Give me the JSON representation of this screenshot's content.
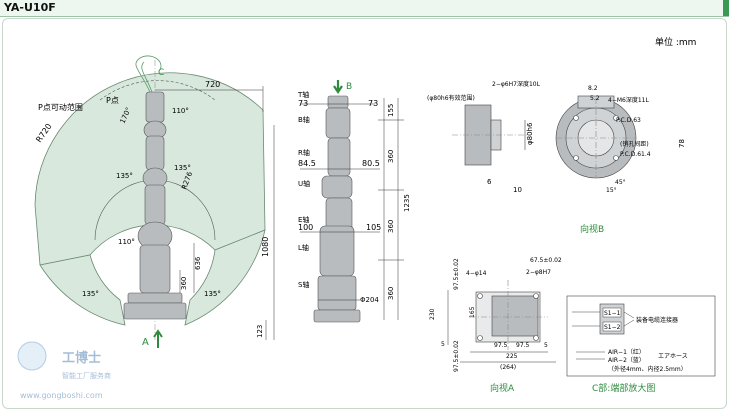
{
  "header": {
    "title": "YA-U10F"
  },
  "unit_label": "单位 :mm",
  "main_view": {
    "c_label": "C",
    "p_point": "P点",
    "range_label": "P点可动范围",
    "r720": "R720",
    "r276": "R276",
    "a110_top": "110°",
    "a170": "170°",
    "a135_left": "135°",
    "a135_right": "135°",
    "a110_mid": "110°",
    "a135_bl": "135°",
    "a135_br": "135°",
    "d720": "720",
    "d1080": "1080",
    "d636": "636",
    "d360": "360",
    "d123": "123",
    "a_label": "A"
  },
  "side_view": {
    "b_label": "B",
    "t_axis": "T轴",
    "t73l": "73",
    "t73r": "73",
    "b_axis": "B轴",
    "d155": "155",
    "r_axis": "R轴",
    "r845": "84.5",
    "r805": "80.5",
    "d360a": "360",
    "u_axis": "U轴",
    "d1235": "1235",
    "e_axis": "E轴",
    "e100": "100",
    "e105": "105",
    "d360b": "360",
    "l_axis": "L轴",
    "s_axis": "S轴",
    "d360c": "360",
    "d204": "Φ204"
  },
  "view_b": {
    "caption": "向视B",
    "label_range": "(φ80h6有效范围)",
    "hole_spec": "2−φ6H7深度10L",
    "m6_spec": "4−M6深度11L",
    "d80h6": "φ80h6",
    "pcd63": "P.C.D.63",
    "pcd614": "P.C.D.61.4",
    "pin_hole": "(销孔间距)",
    "d82": "8.2",
    "d52": "5.2",
    "d6": "6",
    "d10": "10",
    "d78": "78",
    "d15": "15°",
    "d45": "45°"
  },
  "view_a": {
    "caption": "向视A",
    "d675": "67.5±0.02",
    "d4phi14": "4−φ14",
    "d2phi8": "2−φ8H7",
    "d975a": "97.5±0.02",
    "d230": "230",
    "d165": "165",
    "d5": "5",
    "d975b": "97.5",
    "d975c": "97.5",
    "d5b": "5",
    "d975d": "97.5±0.02",
    "d225": "225",
    "d264": "(264)"
  },
  "view_c": {
    "caption": "C部:端部放大图",
    "s11": "S1−1",
    "s12": "S1−2",
    "conn": "装备电缆连接器",
    "air1": "AIR−1（红）",
    "air2": "AIR−2（蓝）",
    "air_hose": "エアホース",
    "hose_spec": "（外径4mm、内径2.5mm）"
  },
  "watermark": {
    "name": "工博士",
    "slogan": "智能工厂服务商",
    "url": "www.gongboshi.com"
  },
  "colors": {
    "range_fill": "#d8e8dc",
    "range_stroke": "#6a8a72",
    "title_accent": "#3a9a55",
    "arrow_green": "#2e8b3e"
  }
}
